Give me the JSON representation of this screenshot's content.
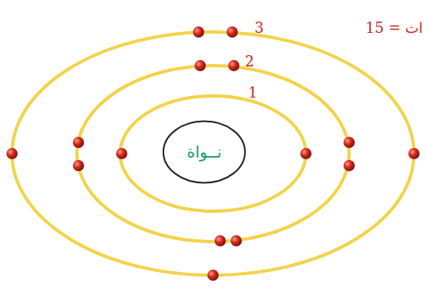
{
  "diagram": {
    "nodes": [
      {
        "text": [
          "نــواة"
        ]
      }
    ],
    "labels": [
      "3",
      "2",
      "1",
      "ات = 15"
    ]
  }
}
